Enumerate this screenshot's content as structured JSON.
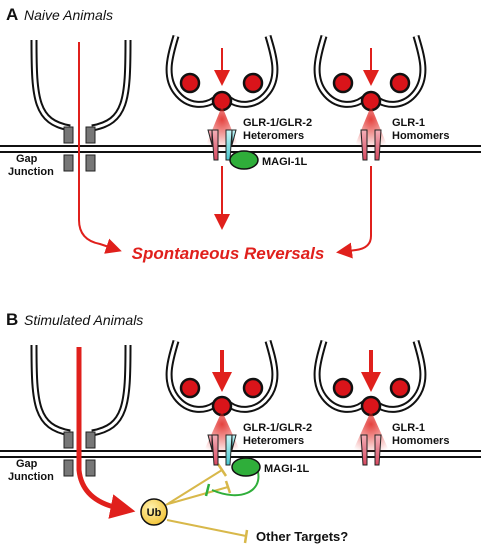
{
  "colors": {
    "signal_red": "#e0201c",
    "membrane": "#111111",
    "vesicle_red": "#d9141a",
    "magi_green": "#2fae3a",
    "ub_yellow": "#f6d04d",
    "inhibit_yellow": "#d8b84a",
    "inhibit_green": "#2fae3a",
    "heteromer_cyan": "#6ee0e4",
    "receptor_pink": "#e0707a"
  },
  "panel_a": {
    "letter": "A",
    "title": "Naive Animals",
    "gap_junction_line1": "Gap",
    "gap_junction_line2": "Junction",
    "heteromer_line1": "GLR-1/GLR-2",
    "heteromer_line2": "Heteromers",
    "homomer_line1": "GLR-1",
    "homomer_line2": "Homomers",
    "magi_label": "MAGI-1L",
    "output_label": "Spontaneous Reversals"
  },
  "panel_b": {
    "letter": "B",
    "title": "Stimulated Animals",
    "gap_junction_line1": "Gap",
    "gap_junction_line2": "Junction",
    "heteromer_line1": "GLR-1/GLR-2",
    "heteromer_line2": "Heteromers",
    "homomer_line1": "GLR-1",
    "homomer_line2": "Homomers",
    "magi_label": "MAGI-1L",
    "ub_label": "Ub",
    "other_targets_label": "Other Targets?"
  }
}
